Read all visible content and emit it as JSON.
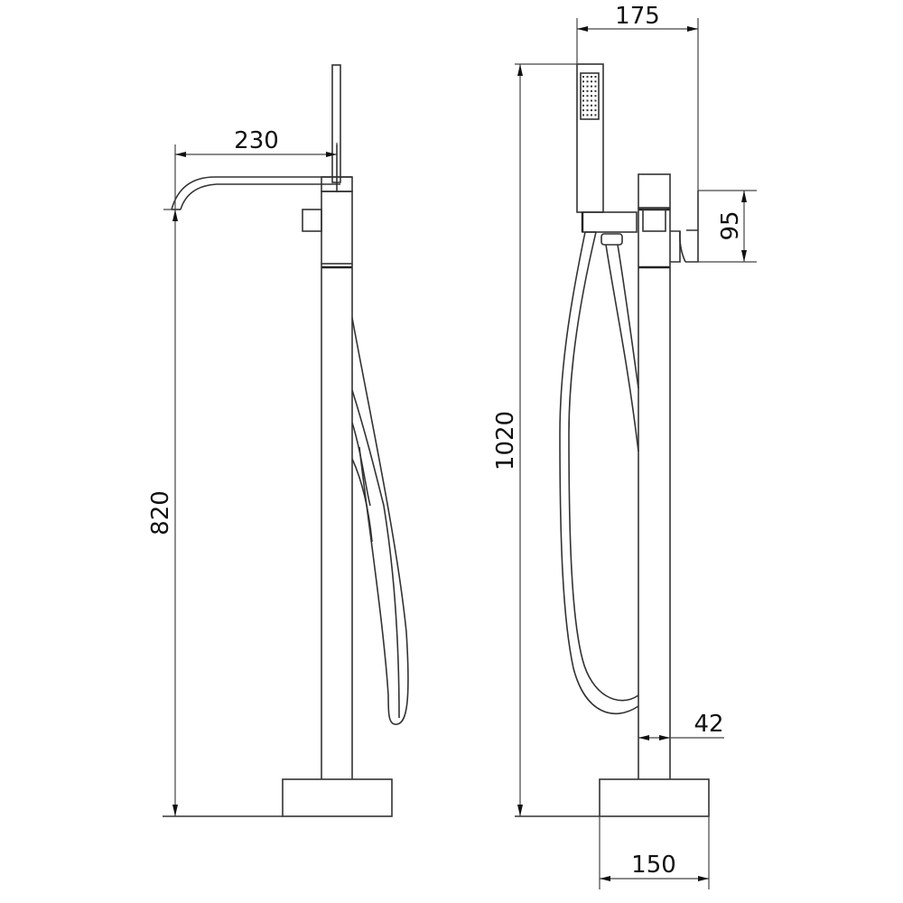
{
  "drawing": {
    "subject": "Freestanding bath mixer with hand shower",
    "views": [
      {
        "name": "side-view-spout",
        "dimensions": {
          "spout_reach": "230",
          "spout_height": "820"
        }
      },
      {
        "name": "side-view-handshower",
        "dimensions": {
          "handshower_reach": "175",
          "overall_height": "1020",
          "valve_body_height": "95",
          "riser_diameter": "42",
          "base_diameter": "150"
        }
      }
    ]
  },
  "labels": {
    "spout_reach": "230",
    "spout_height": "820",
    "handshower_reach": "175",
    "overall_height": "1020",
    "valve_body_height": "95",
    "riser_diameter": "42",
    "base_diameter": "150"
  },
  "colors": {
    "line": "#333333",
    "text": "#111111",
    "background": "#ffffff"
  }
}
